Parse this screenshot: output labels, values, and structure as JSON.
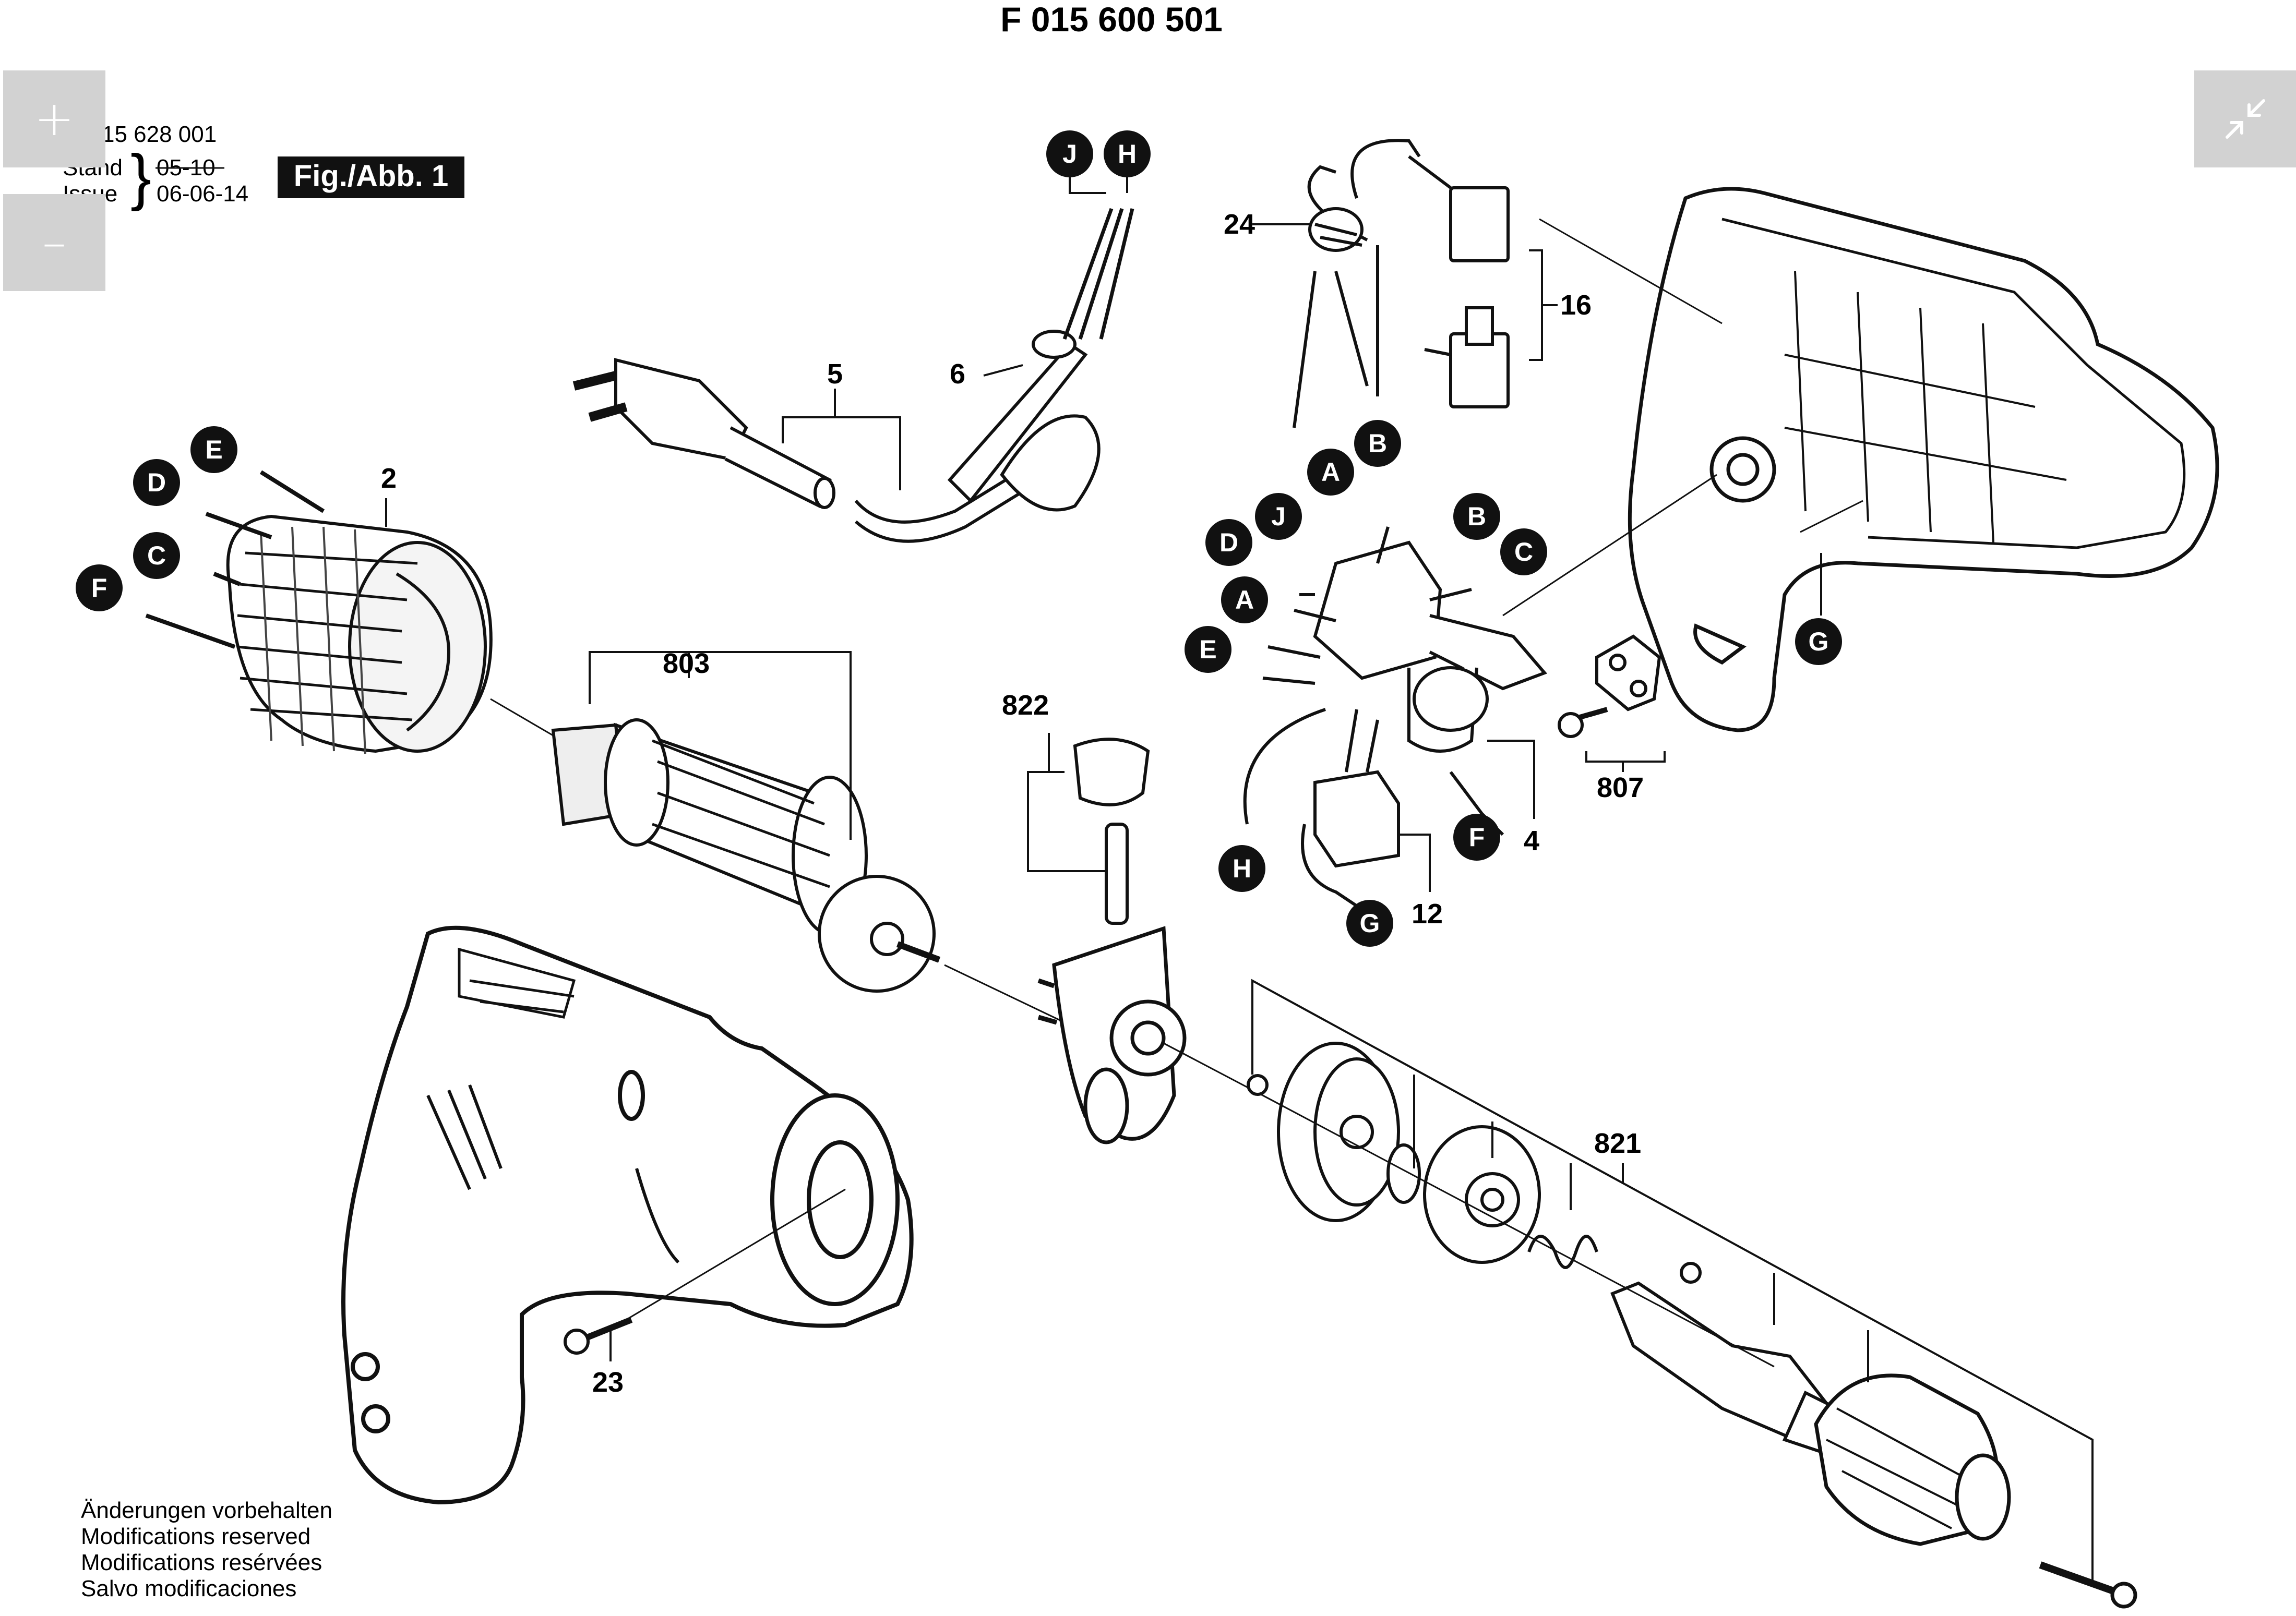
{
  "viewer": {
    "zoom_in": {
      "glyph": "+",
      "icon": "plus-icon"
    },
    "zoom_out": {
      "glyph": "–",
      "icon": "minus-icon"
    },
    "exit_fullscreen": {
      "icon": "collapse-arrows-icon"
    },
    "control_color": "#d2d2d2"
  },
  "sheet": {
    "title": "F 015 600 501",
    "drawing_no": "15 628 001",
    "stand_label": "Stand",
    "issue_label": "Issue",
    "stand_old_date": "05-10",
    "issue_date": "06-06-14",
    "figure_label": "Fig./Abb. 1",
    "footer": [
      "Änderungen vorbehalten",
      "Modifications reserved",
      "Modifications resérvées",
      "Salvo modificaciones"
    ]
  },
  "part_numbers": [
    "2",
    "4",
    "5",
    "6",
    "12",
    "16",
    "23",
    "24",
    "803",
    "807",
    "821",
    "822"
  ],
  "connectors": [
    "A",
    "B",
    "C",
    "D",
    "E",
    "F",
    "G",
    "H",
    "J"
  ]
}
